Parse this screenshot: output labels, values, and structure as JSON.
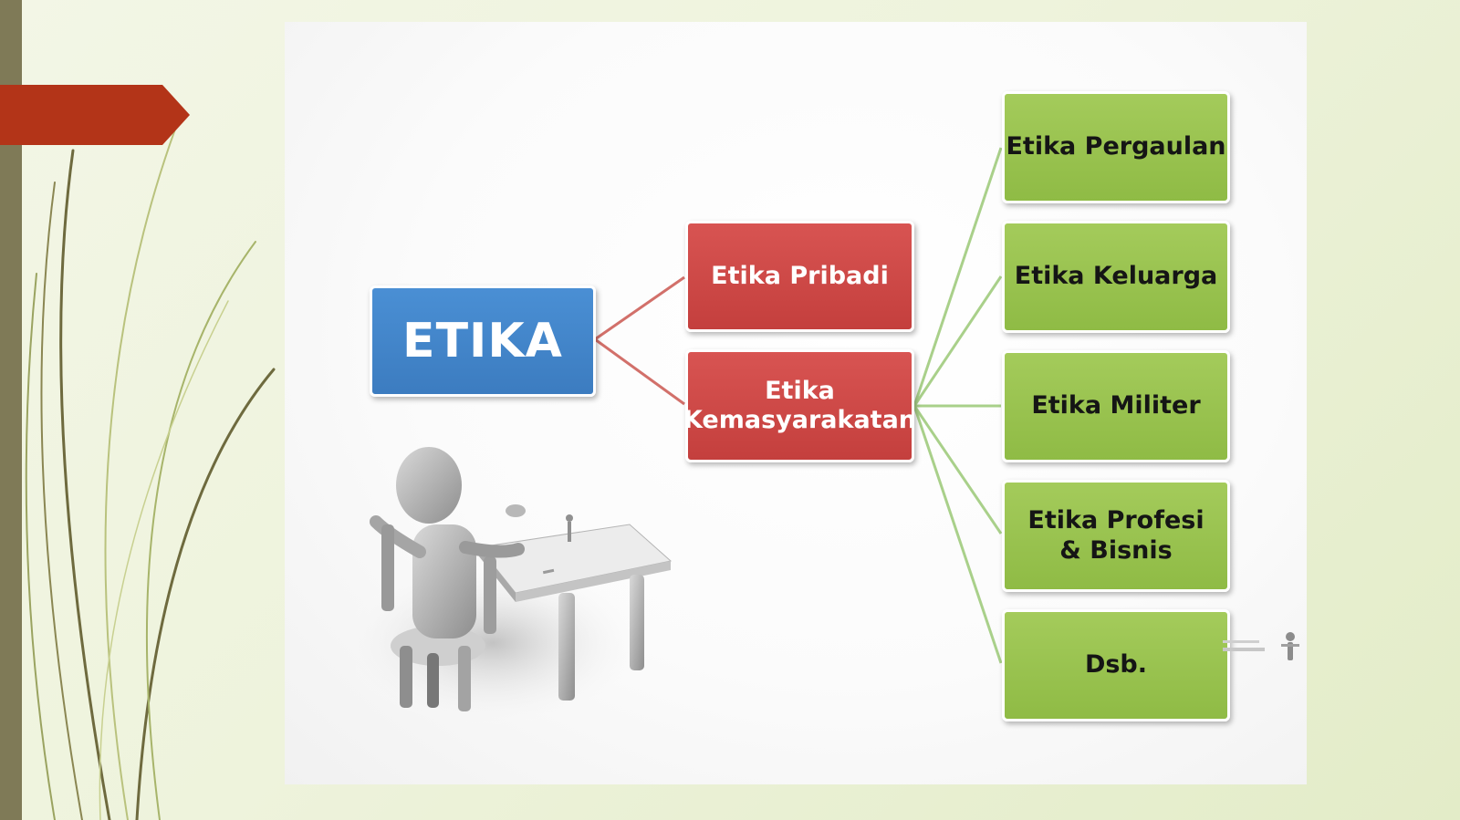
{
  "diagram": {
    "root": {
      "label": "ETIKA"
    },
    "level1": [
      {
        "label": "Etika Pribadi"
      },
      {
        "label": "Etika Kemasyarakatan"
      }
    ],
    "level2": [
      {
        "label": "Etika Pergaulan"
      },
      {
        "label": "Etika Keluarga"
      },
      {
        "label": "Etika Militer"
      },
      {
        "label": "Etika Profesi & Bisnis"
      },
      {
        "label": "Dsb."
      }
    ]
  },
  "colors": {
    "root": "#4086ca",
    "level1": "#cf4846",
    "level2": "#9ac34f",
    "root_connector": "#d2706a",
    "branch_connector": "#a9d08a",
    "accent_tab": "#b33418",
    "side_bar": "#7f7a57"
  },
  "decorations": {
    "left_icon": "curved-grass-decoration",
    "tab_icon": "red-arrow-tab",
    "illustration": "3d-figure-at-desk",
    "corner_logo": "small-figure-logo"
  }
}
